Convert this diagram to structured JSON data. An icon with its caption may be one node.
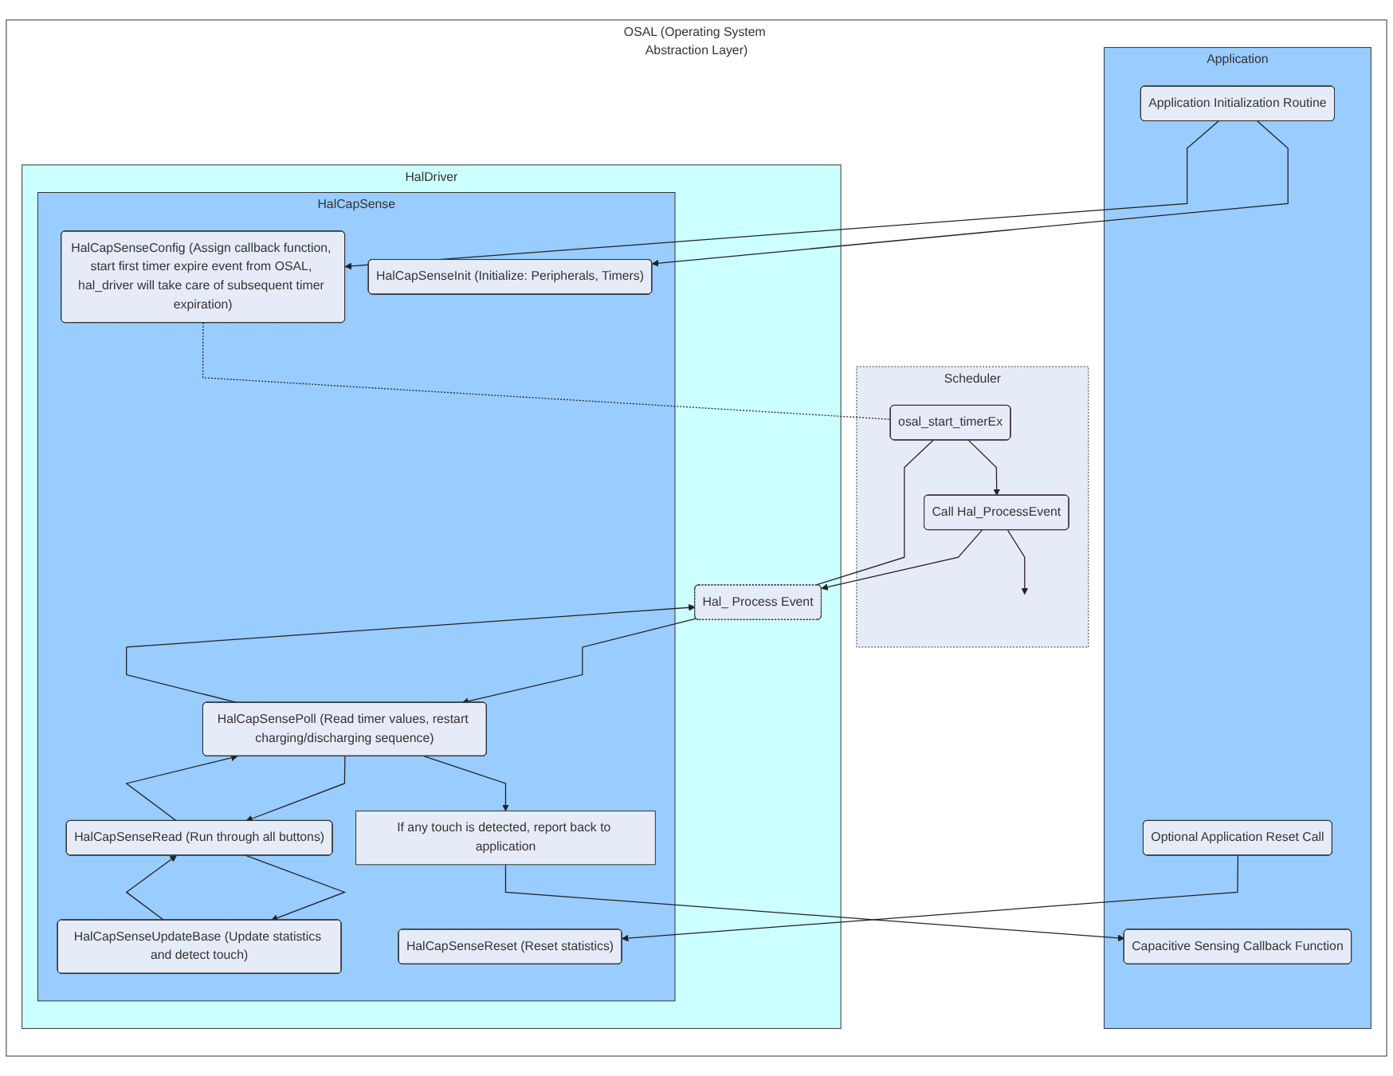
{
  "diagram": {
    "nodes": [
      {
        "text": [
          "OSAL (Operating System Abstraction Layer)"
        ]
      },
      {
        "text": [
          "Application"
        ],
        "in": 0
      },
      {
        "text": [
          "Application Initialization Routine"
        ],
        "in": 1
      },
      {
        "text": [
          "Capacitive Sensing Callback Function"
        ],
        "in": 1
      },
      {
        "text": [
          "Optional Application Reset Call"
        ],
        "in": 1
      },
      {
        "text": [
          "Scheduler"
        ],
        "in": 0
      },
      {
        "text": [
          "osal_start_timerEx"
        ],
        "in": 5
      },
      {
        "text": [
          "Call Hal_ProcessEvent"
        ],
        "in": 5
      },
      {
        "text": [
          "HalDriver"
        ],
        "in": 0
      },
      {
        "text": [
          "Hal_ Process Event"
        ],
        "in": 8
      },
      {
        "text": [
          "HalCapSense"
        ],
        "in": 8
      },
      {
        "text": [
          "HalCapSenseInit (Initialize: Peripherals, Timers)"
        ],
        "in": 10
      },
      {
        "text": [
          "HalCapSenseConfig (Assign callback function, start first timer expire event from OSAL, hal_driver will take care of subsequent timer expiration)"
        ],
        "in": 10
      },
      {
        "text": [
          "HalCapSensePoll (Read timer values, restart charging/discharging sequence)"
        ],
        "in": 10
      },
      {
        "text": [
          "If any touch is detected, report back to application"
        ],
        "in": 10
      },
      {
        "text": [
          "HalCapSenseRead (Run through all buttons)"
        ],
        "in": 10
      },
      {
        "text": [
          "HalCapSenseUpdateBase (Update statistics and detect touch)"
        ],
        "in": 10
      },
      {
        "text": [
          "HalCapSenseReset (Reset statistics)"
        ],
        "in": 10
      }
    ],
    "edges": [
      {
        "from": 2,
        "to": 11,
        "arrow": "to"
      },
      {
        "from": 2,
        "to": 12,
        "arrow": "to"
      },
      {
        "from": 6,
        "to": 7,
        "arrow": "to"
      },
      {
        "from": 7,
        "to": null,
        "arrow": "to"
      },
      {
        "from": 7,
        "to": 9,
        "arrow": "to"
      },
      {
        "from": 12,
        "to": 6,
        "arrow": "none",
        "style": "dashed"
      },
      {
        "from": 9,
        "to": 6,
        "arrow": "none"
      },
      {
        "from": 13,
        "to": 9,
        "arrow": "to"
      },
      {
        "from": 9,
        "to": 13,
        "arrow": "to"
      },
      {
        "from": 13,
        "to": 14,
        "arrow": "to"
      },
      {
        "from": 15,
        "to": 13,
        "arrow": "to"
      },
      {
        "from": 13,
        "to": 15,
        "arrow": "to"
      },
      {
        "from": 16,
        "to": 15,
        "arrow": "to"
      },
      {
        "from": 15,
        "to": 16,
        "arrow": "to"
      },
      {
        "from": 14,
        "to": 3,
        "arrow": "to"
      },
      {
        "from": 4,
        "to": 17,
        "arrow": "to"
      }
    ]
  }
}
